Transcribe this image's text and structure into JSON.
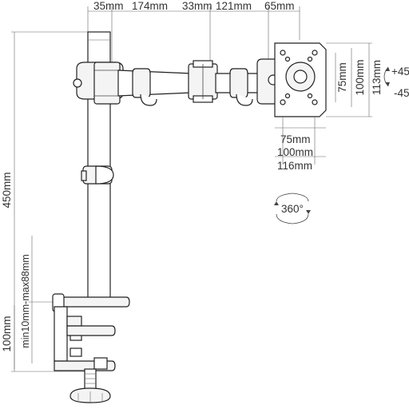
{
  "top_dimensions": [
    "35mm",
    "174mm",
    "33mm",
    "121mm",
    "65mm"
  ],
  "pole_height": "450mm",
  "clamp_range": "min10mm-max88mm",
  "clamp_depth": "100mm",
  "plate_vertical": [
    "75mm",
    "100mm",
    "113mm"
  ],
  "plate_horizontal": [
    "75mm",
    "100mm",
    "116mm"
  ],
  "tilt_labels": [
    "+45",
    "-45"
  ],
  "rotation_label": "360°"
}
